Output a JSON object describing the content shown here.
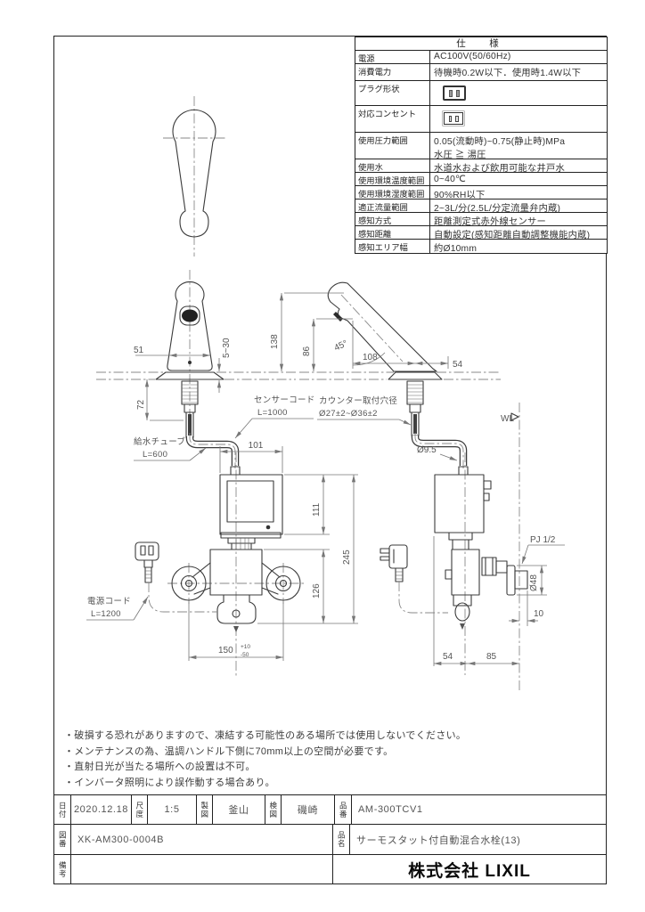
{
  "spec_table": {
    "title": "仕　様",
    "rows": [
      {
        "label": "電源",
        "value": "AC100V(50/60Hz)"
      },
      {
        "label": "消費電力",
        "value": "待機時0.2W以下．使用時1.4W以下"
      },
      {
        "label": "プラグ形状",
        "value": ""
      },
      {
        "label": "対応コンセント",
        "value": ""
      },
      {
        "label": "使用圧力範囲",
        "value": "0.05(流動時)~0.75(静止時)MPa",
        "value2": "水圧 ≧ 湯圧"
      },
      {
        "label": "使用水",
        "value": "水道水および飲用可能な井戸水"
      },
      {
        "label": "使用環境温度範囲",
        "value": "0~40℃"
      },
      {
        "label": "使用環境湿度範囲",
        "value": "90%RH以下"
      },
      {
        "label": "適正流量範囲",
        "value": "2~3L/分(2.5L/分定流量弁内蔵)"
      },
      {
        "label": "感知方式",
        "value": "距離測定式赤外線センサー"
      },
      {
        "label": "感知距離",
        "value": "自動設定(感知距離自動調整機能内蔵)"
      },
      {
        "label": "感知エリア幅",
        "value": "約Ø10mm"
      }
    ]
  },
  "drawing": {
    "dims": {
      "body_width": "51",
      "counter_thickness": "5~30",
      "below_counter": "72",
      "spout_height": "138",
      "sensor_height": "86",
      "spout_angle": "45°",
      "spout_reach": "108",
      "spout_rear": "54",
      "box_width": "101",
      "box_height": "111",
      "total_height": "245",
      "valve_height": "126",
      "pitch": "150",
      "pitch_tol_plus": "+10",
      "pitch_tol_minus": "-50",
      "tube_dia": "Ø9.5",
      "thread": "PJ 1/2",
      "flange_dia": "Ø48",
      "wall_offset": "10",
      "side_front": "54",
      "side_rear": "85",
      "wall_line": "WL"
    },
    "labels": {
      "sensor_cord": "センサーコード",
      "sensor_cord_len": "L=1000",
      "supply_tube": "給水チューブ",
      "supply_tube_len": "L=600",
      "counter_hole": "カウンター取付穴径",
      "counter_hole_dia": "Ø27±2~Ø36±2",
      "power_cord": "電源コード",
      "power_cord_len": "L=1200"
    }
  },
  "notes": [
    "・破損する恐れがありますので、凍結する可能性のある場所では使用しないでください。",
    "・メンテナンスの為、温調ハンドル下側に70mm以上の空間が必要です。",
    "・直射日光が当たる場所への設置は不可。",
    "・インバータ照明により誤作動する場合あり。"
  ],
  "title_block": {
    "date_label": "日付",
    "date": "2020.12.18",
    "scale_label": "尺度",
    "scale": "1:5",
    "drafter_label": "製図",
    "drafter": "釜山",
    "checker_label": "検図",
    "checker": "磯崎",
    "part_no_label": "品番",
    "part_no": "AM-300TCV1",
    "drawing_no_label": "図番",
    "drawing_no": "XK-AM300-0004B",
    "product_name_label": "品名",
    "product_name": "サーモスタット付自動混合水栓(13)",
    "remarks_label": "備考",
    "remarks": "",
    "company": "株式会社 LIXIL"
  },
  "colors": {
    "line": "#3b3b3b",
    "dim": "#777",
    "frame": "#222",
    "text": "#444"
  }
}
